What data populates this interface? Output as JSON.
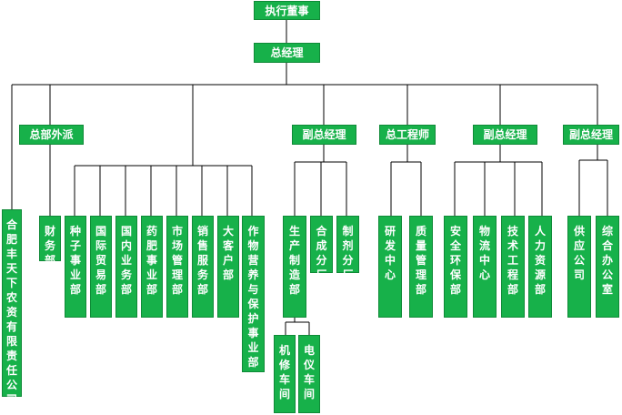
{
  "org_chart": {
    "board": "执行董事",
    "gm": "总经理",
    "deputies": {
      "hq": "总部外派",
      "deputy_gm_1": "副总经理",
      "chief_engineer": "总工程师",
      "deputy_gm_2": "副总经理",
      "deputy_gm_3": "副总经理"
    },
    "subsidiary": "合肥丰天下农资有限责任公司",
    "hq_departments": [
      "财务部",
      "种子事业部",
      "国际贸易部",
      "国内业务部",
      "药肥事业部",
      "市场管理部",
      "销售服务部",
      "大客户部",
      "作物营养与保护事业部"
    ],
    "deputy_gm_1_units": [
      "生产制造部",
      "合成分厂",
      "制剂分厂"
    ],
    "workshops": [
      "机修车间",
      "电仪车间"
    ],
    "chief_engineer_units": [
      "研发中心",
      "质量管理部"
    ],
    "deputy_gm_2_units": [
      "安全环保部",
      "物流中心",
      "技术工程部",
      "人力资源部"
    ],
    "deputy_gm_3_units": [
      "供应公司",
      "综合办公室"
    ]
  },
  "colors": {
    "box_fill": "#17b14a",
    "box_border": "#0f8a37",
    "text": "#ffffff",
    "connector": "#000000"
  }
}
